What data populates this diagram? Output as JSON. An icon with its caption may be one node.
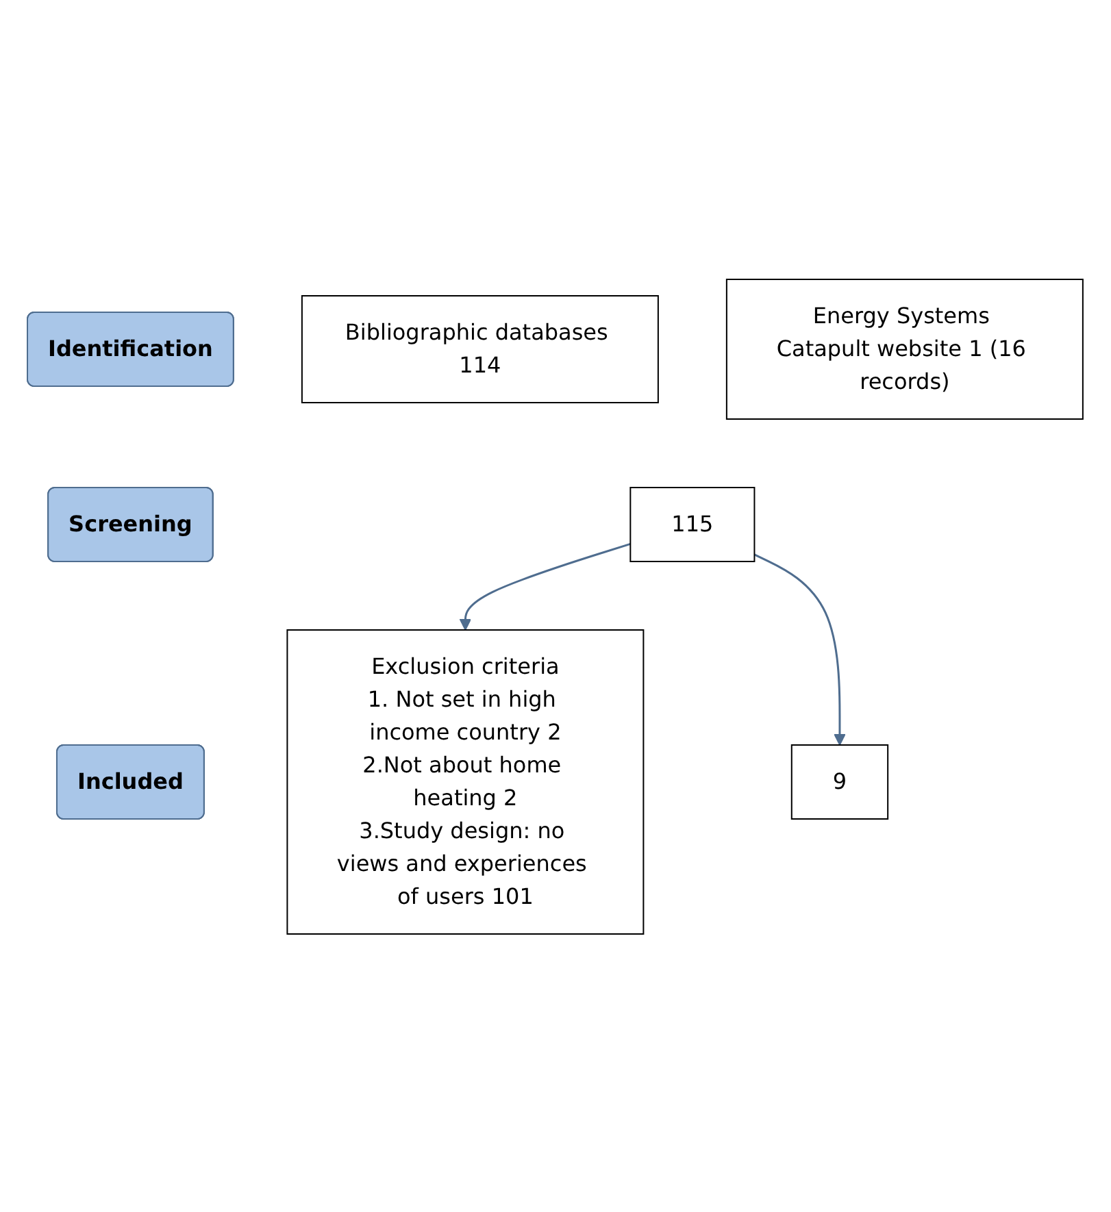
{
  "diagram": {
    "nodes": [
      {
        "text": [
          "Identification"
        ]
      },
      {
        "text": [
          "Bibliographic databases 114"
        ]
      },
      {
        "text": [
          "Energy Systems Catapult website 1 (16 records)"
        ]
      },
      {
        "text": [
          "Screening"
        ]
      },
      {
        "text": [
          "115"
        ]
      },
      {
        "text": [
          "Exclusion criteria",
          "1. Not set in high income country 2",
          "2.Not about home heating 2",
          "3.Study design: no views and experiences of users 101"
        ]
      },
      {
        "text": [
          "Included"
        ]
      },
      {
        "text": [
          "9"
        ]
      }
    ],
    "edges": [
      {
        "from": 4,
        "to": 5,
        "arrow": "to"
      },
      {
        "from": 4,
        "to": 7,
        "arrow": "to"
      }
    ]
  }
}
